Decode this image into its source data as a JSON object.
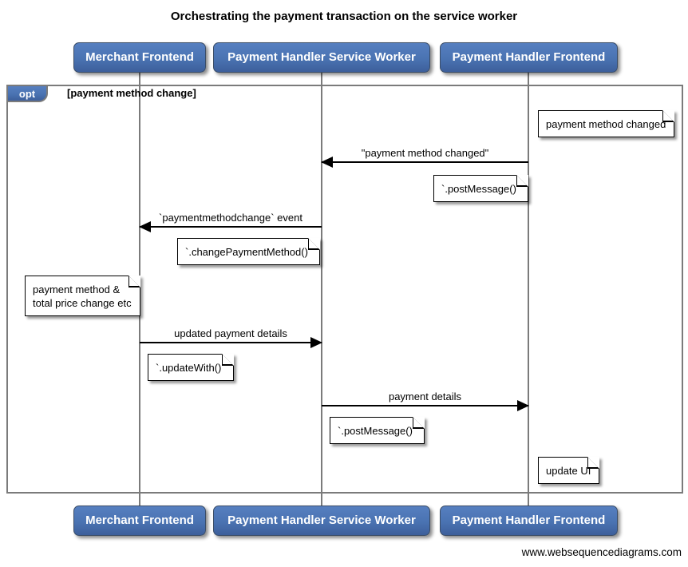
{
  "title": "Orchestrating the payment transaction on the service worker",
  "actors": [
    {
      "label": "Merchant Frontend"
    },
    {
      "label": "Payment Handler Service Worker"
    },
    {
      "label": "Payment Handler Frontend"
    }
  ],
  "frame": {
    "operator": "opt",
    "guard": "[payment method change]"
  },
  "messages": [
    {
      "label": "\"payment method changed\"",
      "from": "Payment Handler Frontend",
      "to": "Payment Handler Service Worker"
    },
    {
      "label": "`paymentmethodchange` event",
      "from": "Payment Handler Service Worker",
      "to": "Merchant Frontend"
    },
    {
      "label": "updated payment details",
      "from": "Merchant Frontend",
      "to": "Payment Handler Service Worker"
    },
    {
      "label": "payment details",
      "from": "Payment Handler Service Worker",
      "to": "Payment Handler Frontend"
    }
  ],
  "notes": [
    {
      "text": "payment method changed",
      "position": "right of Payment Handler Frontend"
    },
    {
      "text": "`.postMessage()`",
      "position": "left of Payment Handler Frontend"
    },
    {
      "text": "`.changePaymentMethod()`",
      "position": "left of Payment Handler Service Worker"
    },
    {
      "text": "payment method &\ntotal price change etc",
      "position": "left of Merchant Frontend"
    },
    {
      "text": "`.updateWith()`",
      "position": "right of Merchant Frontend"
    },
    {
      "text": "`.postMessage()`",
      "position": "right of Payment Handler Service Worker"
    },
    {
      "text": "update UI",
      "position": "right of Payment Handler Frontend"
    }
  ],
  "footer": "www.websequencediagrams.com",
  "colors": {
    "actor_fill": "#4a73b2",
    "actor_border": "#3b4d66",
    "actor_text": "#ffffff",
    "frame_border": "#7b7b7b",
    "lifeline": "#7b7b7b",
    "arrow": "#000000",
    "note_fill": "#ffffff",
    "note_border": "#000000",
    "background": "#ffffff"
  }
}
